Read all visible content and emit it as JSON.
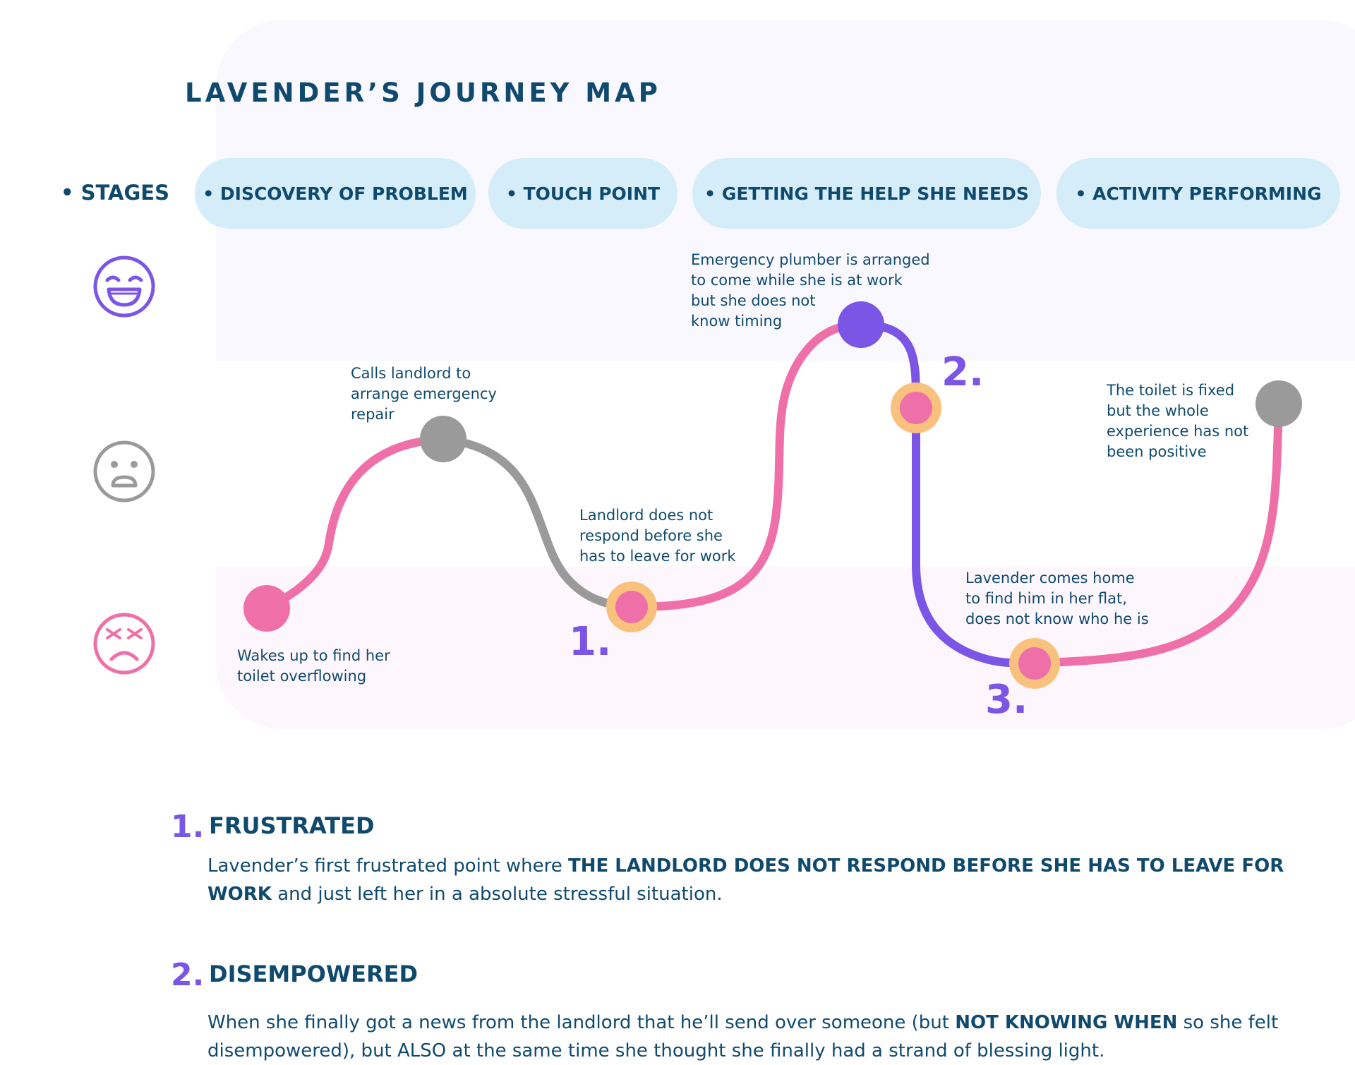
{
  "title": "LAVENDER’S JOURNEY MAP",
  "stages_label": "• STAGES",
  "stages": [
    "• DISCOVERY OF PROBLEM",
    "• TOUCH POINT",
    "• GETTING THE HELP SHE NEEDS",
    "• ACTIVITY PERFORMING"
  ],
  "emotions": [
    "happy-face-icon",
    "neutral-face-icon",
    "angry-face-icon"
  ],
  "colors": {
    "navy": "#0f4a6e",
    "purple": "#7b55e6",
    "pink": "#ef6fa8",
    "gray": "#9a9a9a",
    "peach": "#f9c17e",
    "pill": "#d5edf8"
  },
  "annotations": {
    "wake": [
      "Wakes up to find her",
      "toilet overflowing"
    ],
    "calls": [
      "Calls landlord to",
      "arrange emergency",
      "repair"
    ],
    "no_response": [
      "Landlord does not",
      "respond before she",
      "has to leave for work"
    ],
    "plumber": [
      "Emergency plumber is arranged",
      "to come while she is at work",
      "but she does not",
      "know timing"
    ],
    "comes_home": [
      "Lavender comes home",
      "to find him in her flat,",
      "does not know who he is"
    ],
    "fixed": [
      "The toilet is fixed",
      "but the whole",
      "experience has not",
      "been positive"
    ]
  },
  "pain_points": [
    "1.",
    "2.",
    "3."
  ],
  "sections": [
    {
      "num": "1.",
      "heading": "FRUSTRATED",
      "body_pre": "Lavender’s first frustrated point where ",
      "body_bold": "THE LANDLORD DOES NOT RESPOND BEFORE SHE HAS TO LEAVE FOR WORK",
      "body_post": " and just left her in a absolute stressful situation."
    },
    {
      "num": "2.",
      "heading": "DISEMPOWERED",
      "body_pre": "When she finally got a news from the landlord that he’ll send over someone (but ",
      "body_bold": "NOT KNOWING WHEN",
      "body_post": " so she felt disempowered), but ALSO at the same time she thought she finally had a strand of blessing light."
    }
  ]
}
